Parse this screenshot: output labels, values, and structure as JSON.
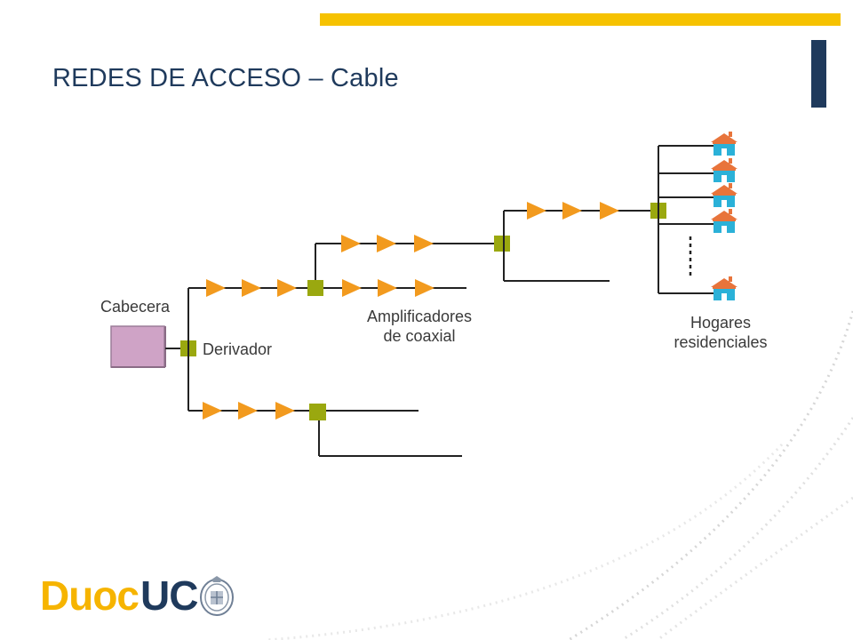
{
  "slide": {
    "title": "REDES DE ACCESO – Cable"
  },
  "diagram": {
    "headend_label": "Cabecera",
    "splitter_label": "Derivador",
    "amplifiers_label_line1": "Amplificadores",
    "amplifiers_label_line2": "de coaxial",
    "homes_label_line1": "Hogares",
    "homes_label_line2": "residenciales"
  },
  "logo": {
    "part1": "Duoc",
    "part2": "UC"
  },
  "colors": {
    "accent_yellow": "#f6c200",
    "navy": "#1f3a5c",
    "amplifier_orange": "#f29a1e",
    "splitter_green": "#9aa80f",
    "headend_pink": "#cfa3c6",
    "house_roof": "#e8743b",
    "house_body": "#2bb1d8"
  }
}
